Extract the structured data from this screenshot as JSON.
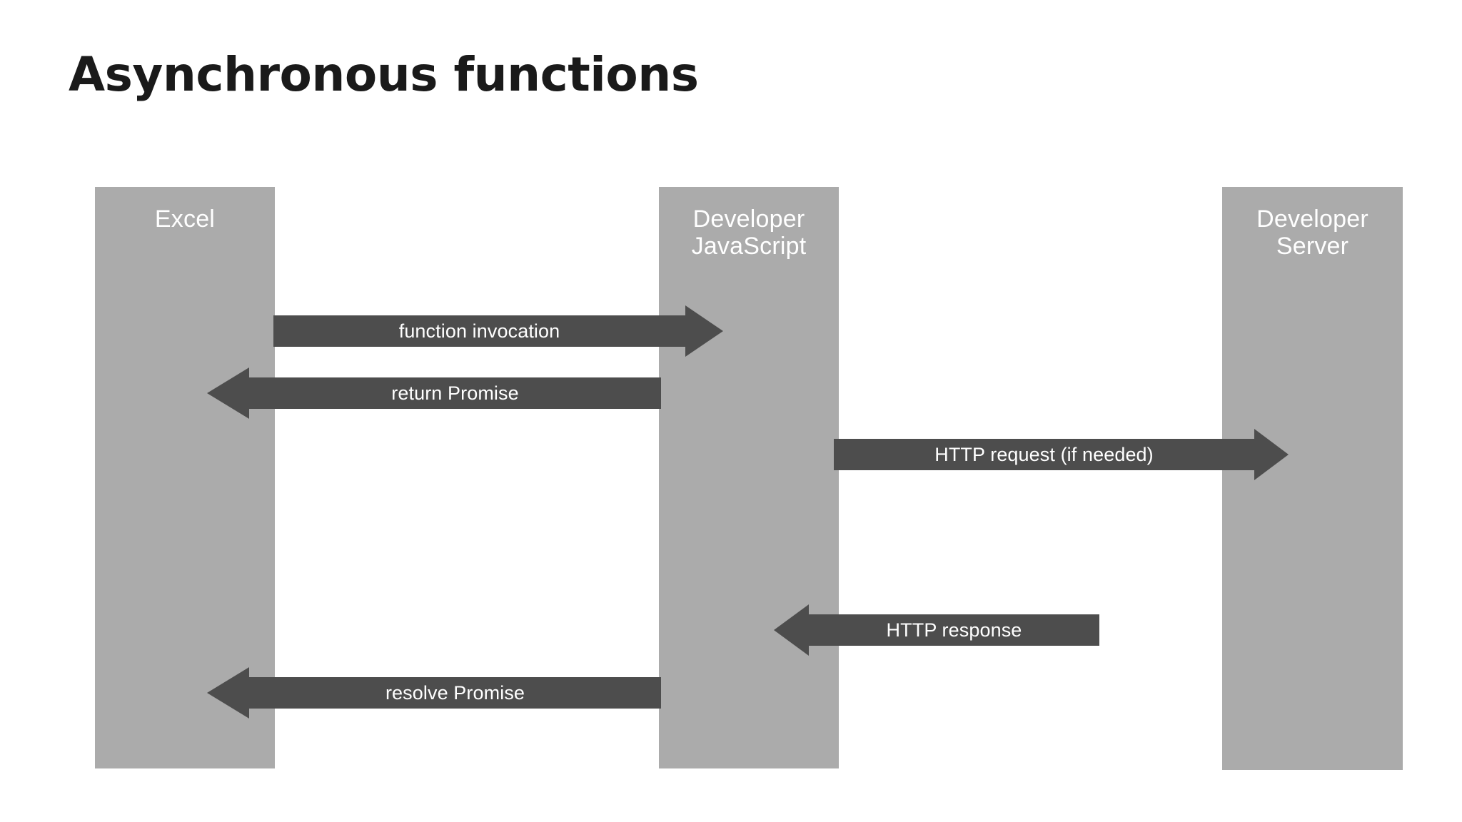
{
  "slide": {
    "title": "Asynchronous functions",
    "background_color": "#ffffff"
  },
  "colors": {
    "lane_fill": "#ababab",
    "lane_label_text": "#ffffff",
    "arrow_fill": "#4d4d4d",
    "arrow_label_text": "#ffffff",
    "title_text": "#1a1a1a"
  },
  "diagram": {
    "type": "sequence-diagram",
    "lanes": [
      {
        "id": "excel",
        "label": "Excel"
      },
      {
        "id": "js",
        "label": "Developer\nJavaScript"
      },
      {
        "id": "server",
        "label": "Developer\nServer"
      }
    ],
    "messages": [
      {
        "id": "function-invocation",
        "label": "function invocation",
        "from": "excel",
        "to": "js",
        "direction": "right",
        "order": 1
      },
      {
        "id": "return-promise",
        "label": "return Promise",
        "from": "js",
        "to": "excel",
        "direction": "left",
        "order": 2
      },
      {
        "id": "http-request",
        "label": "HTTP request (if needed)",
        "from": "js",
        "to": "server",
        "direction": "right",
        "order": 3
      },
      {
        "id": "http-response",
        "label": "HTTP response",
        "from": "server",
        "to": "js",
        "direction": "left",
        "order": 4
      },
      {
        "id": "resolve-promise",
        "label": "resolve Promise",
        "from": "js",
        "to": "excel",
        "direction": "left",
        "order": 5
      }
    ]
  }
}
